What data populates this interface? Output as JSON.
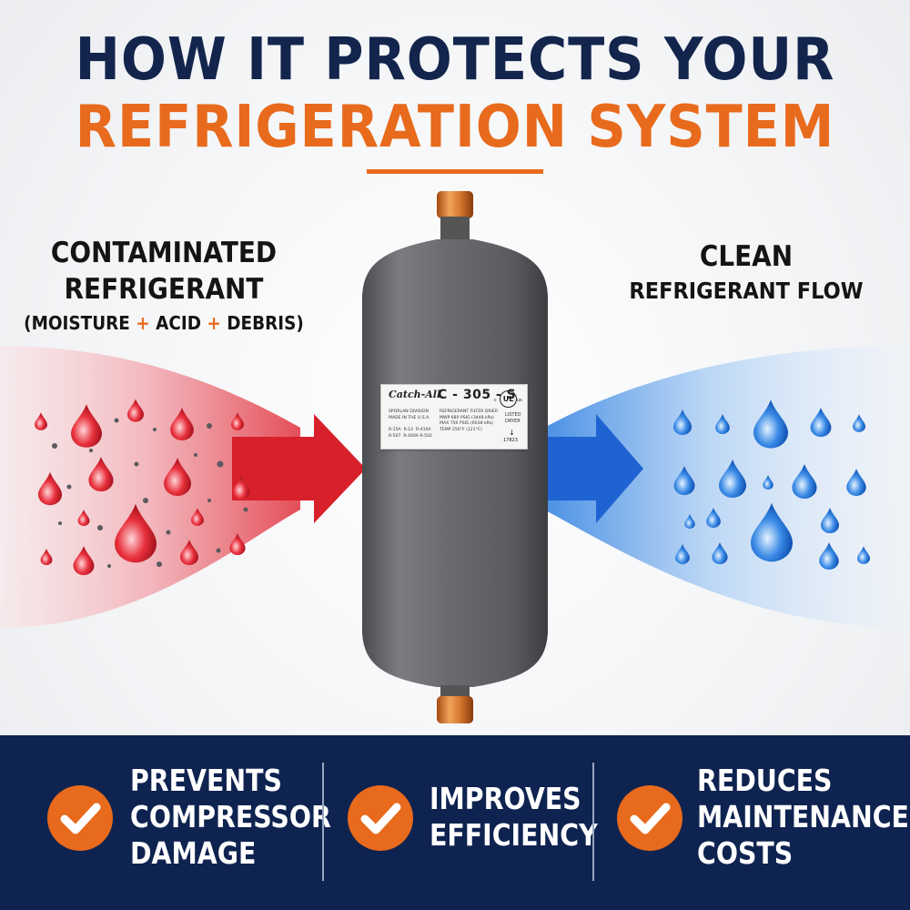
{
  "headline": {
    "line1": "HOW IT PROTECTS YOUR",
    "line2": "REFRIGERATION SYSTEM"
  },
  "left_side": {
    "line1": "CONTAMINATED",
    "line2": "REFRIGERANT",
    "detail_open": "(MOISTURE",
    "plus": "+",
    "detail_mid": "ACID",
    "detail_close": "DEBRIS)"
  },
  "right_side": {
    "line1": "CLEAN",
    "line2": "REFRIGERANT FLOW"
  },
  "filter_label": {
    "brand": "Catch-All",
    "model": "C - 305 - S",
    "ul": "UL",
    "ul_c": "c",
    "ul_us": "us",
    "fine_left_top": "SPORLAN DIVISION\nMADE IN THE U.S.A.",
    "fine_left_bottom": "R-15A  R-12  R-410A\nR-507  R-400A R-502",
    "fine_mid": "REFRIGERANT FILTER DRIER\nMWP 680 PSIG (3448 kPa)\nMAX 750 PSIG (6038 kPa)\nTEMP 250°F (121°C)",
    "listed": "LISTED\nDRYER",
    "dryer_num": "17823"
  },
  "benefits": [
    {
      "text": "PREVENTS\nCOMPRESSOR\nDAMAGE",
      "icon": "check-icon"
    },
    {
      "text": "IMPROVES\nEFFICIENCY",
      "icon": "check-icon"
    },
    {
      "text": "REDUCES\nMAINTENANCE\nCOSTS",
      "icon": "check-icon"
    }
  ],
  "colors": {
    "navy": "#13254d",
    "orange": "#e86a1c",
    "band": "#0f2350",
    "contaminated_red": "#d8202a",
    "clean_blue": "#1f6fd6"
  }
}
